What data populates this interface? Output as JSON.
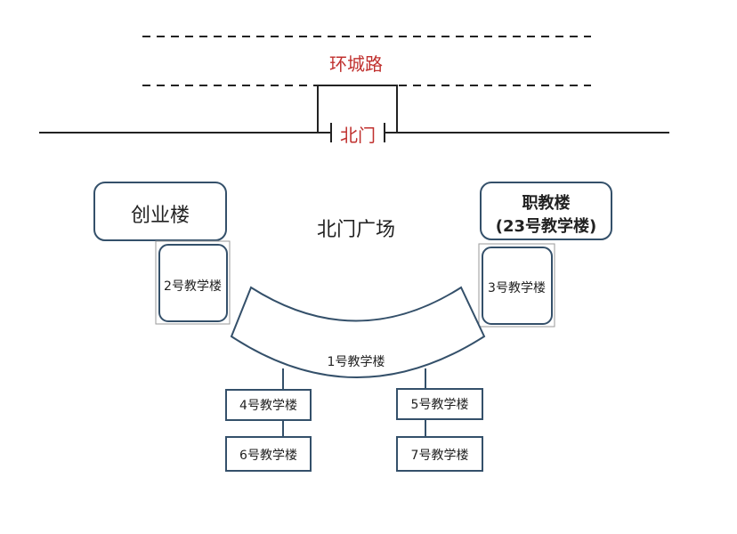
{
  "road_name": "环城路",
  "gate_label": "北门",
  "square_label": "北门广场",
  "buildings": {
    "chuangye": "创业楼",
    "zhijiao_line1": "职教楼",
    "zhijiao_line2": "(23号教学楼)",
    "b1": "1号教学楼",
    "b2": "2号教学楼",
    "b3": "3号教学楼",
    "b4": "4号教学楼",
    "b5": "5号教学楼",
    "b6": "6号教学楼",
    "b7": "7号教学楼"
  },
  "colors": {
    "outline": "#34506a",
    "accent_red": "#c0302e",
    "panel_gray": "#9a9a9a",
    "text": "#222222"
  }
}
